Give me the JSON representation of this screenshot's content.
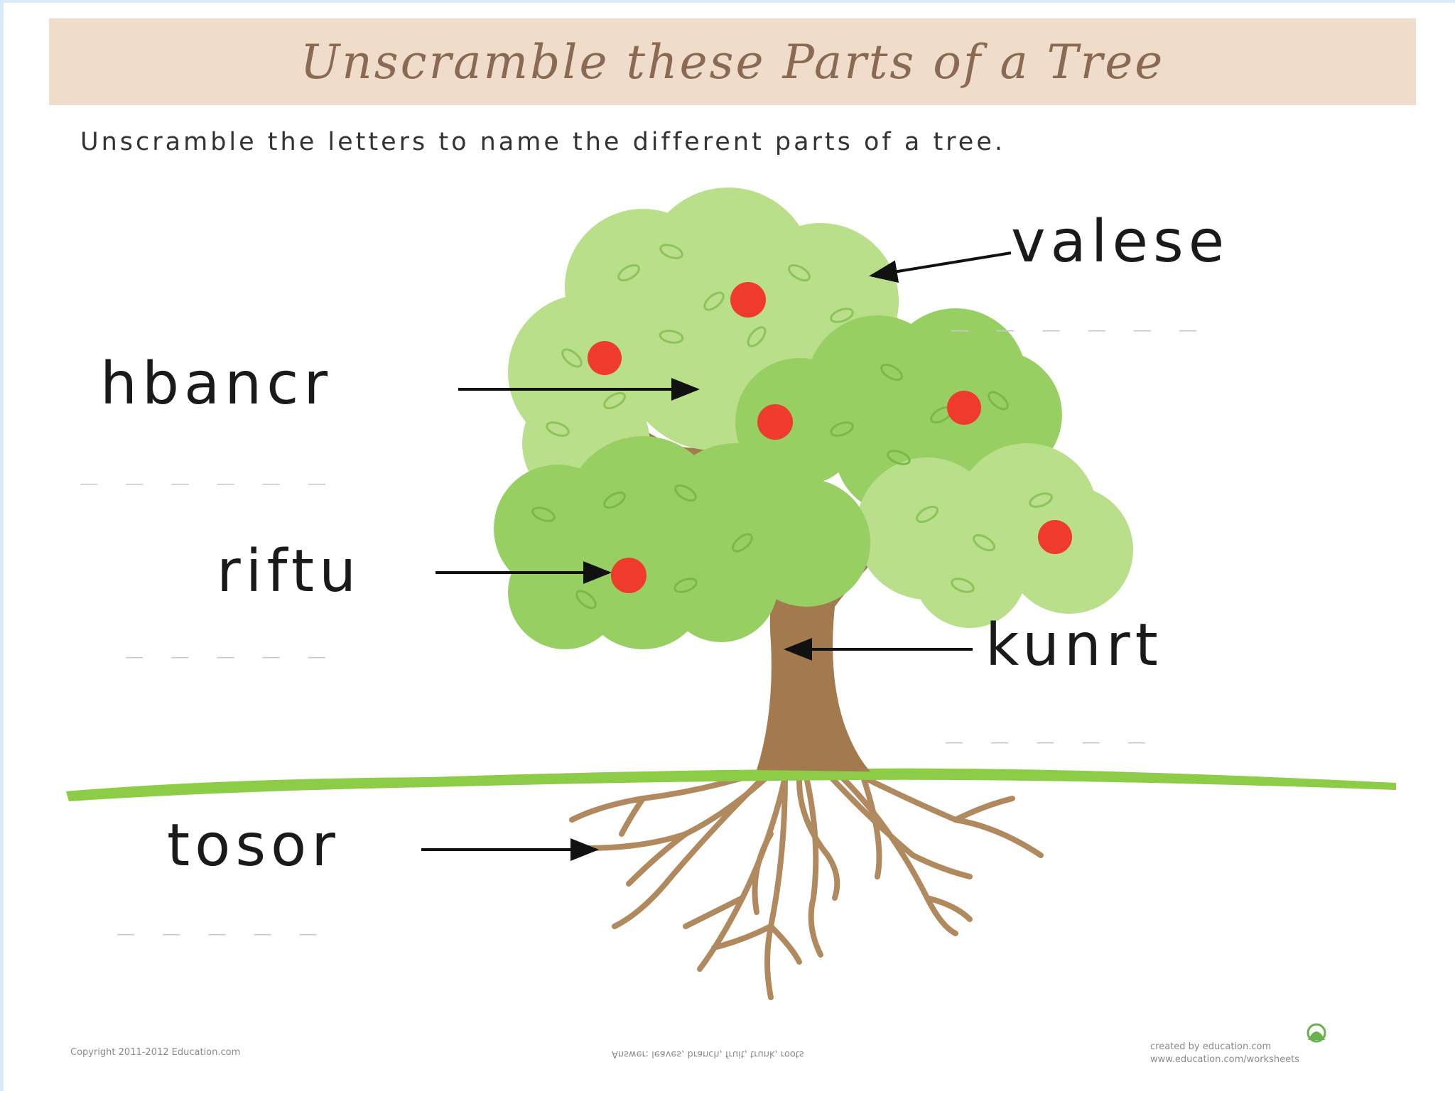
{
  "worksheet": {
    "title": "Unscramble these Parts of a Tree",
    "instructions": "Unscramble the letters to name the different parts of a tree."
  },
  "labels": [
    {
      "id": "leaves",
      "scrambled": "valese",
      "blanks": "_ _ _ _ _ _"
    },
    {
      "id": "branch",
      "scrambled": "hbancr",
      "blanks": "_ _ _ _ _ _"
    },
    {
      "id": "fruit",
      "scrambled": "riftu",
      "blanks": "_ _ _ _ _"
    },
    {
      "id": "trunk",
      "scrambled": "kunrt",
      "blanks": "_ _ _ _ _"
    },
    {
      "id": "roots",
      "scrambled": "tosor",
      "blanks": "_ _ _ _ _"
    }
  ],
  "footer": {
    "copyright": "Copyright 2011-2012 Education.com",
    "middle": "Answer: leaves, branch, fruit, trunk, roots",
    "credit": "created by education.com",
    "url": "www.education.com/worksheets"
  },
  "colors": {
    "banner": "#efdccb",
    "title": "#8a6a52",
    "foliage_light": "#b9df8a",
    "foliage_dark": "#97cf63",
    "trunk": "#a27a4e",
    "fruit": "#ef3b2c",
    "grass": "#8ccc46",
    "roots": "#b08a5e"
  }
}
